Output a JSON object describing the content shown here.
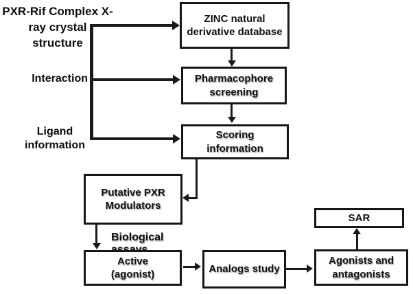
{
  "figure": {
    "type": "flowchart",
    "background": "#ffffff",
    "line_color": "#1a1a1a",
    "text_color": "#111111"
  },
  "inputs": {
    "crystal_structure": "PXR-Rif Complex X-\nray crystal\nstructure",
    "interaction": "Interaction",
    "ligand_information": "Ligand\ninformation"
  },
  "nodes": {
    "zinc": {
      "label": "ZINC natural\nderivative database"
    },
    "pharmacophore": {
      "label": "Pharmacophore\nscreening"
    },
    "scoring": {
      "label": "Scoring\ninformation"
    },
    "putative": {
      "label": "Putative PXR\nModulators"
    },
    "active": {
      "label": "Active\n(agonist)"
    },
    "analogs": {
      "label": "Analogs study"
    },
    "agonists": {
      "label": "Agonists and\nantagonists"
    },
    "sar": {
      "label": "SAR"
    }
  },
  "annotations": {
    "biological_assays": "Biological assays"
  },
  "edges": [
    "crystal-structure -> zinc",
    "interaction -> pharmacophore",
    "ligand-information -> scoring",
    "zinc -> pharmacophore",
    "pharmacophore -> scoring",
    "scoring -> putative",
    "putative -> active (Biological assays)",
    "active -> analogs",
    "analogs -> agonists",
    "agonists -> sar"
  ]
}
